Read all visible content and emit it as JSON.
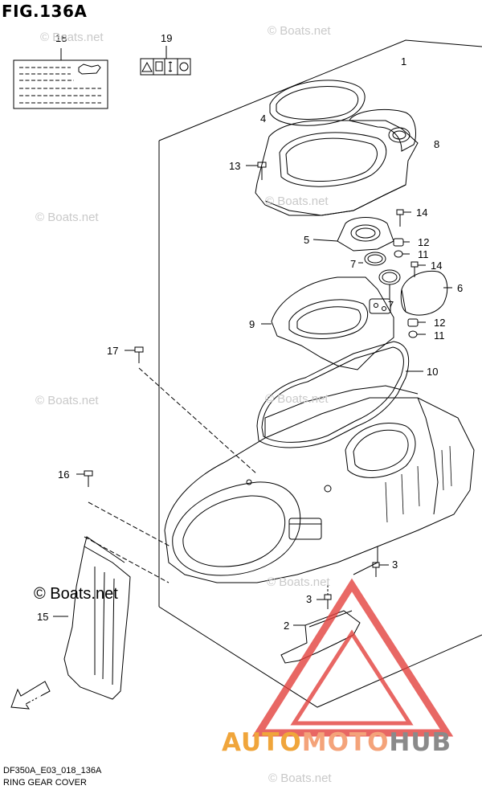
{
  "figure": {
    "title": "FIG.136A",
    "code": "DF350A_E03_018_136A",
    "name": "RING GEAR COVER"
  },
  "watermark": "© Boats.net",
  "brand": {
    "part1": "AUTO",
    "part2": "MOTO",
    "part3": "HUB"
  },
  "callouts": [
    {
      "id": "c1",
      "num": "1"
    },
    {
      "id": "c2",
      "num": "2"
    },
    {
      "id": "c3a",
      "num": "3"
    },
    {
      "id": "c3b",
      "num": "3"
    },
    {
      "id": "c4",
      "num": "4"
    },
    {
      "id": "c5",
      "num": "5"
    },
    {
      "id": "c6",
      "num": "6"
    },
    {
      "id": "c7a",
      "num": "7"
    },
    {
      "id": "c7b",
      "num": "7"
    },
    {
      "id": "c8",
      "num": "8"
    },
    {
      "id": "c9",
      "num": "9"
    },
    {
      "id": "c10",
      "num": "10"
    },
    {
      "id": "c11a",
      "num": "11"
    },
    {
      "id": "c11b",
      "num": "11"
    },
    {
      "id": "c12a",
      "num": "12"
    },
    {
      "id": "c12b",
      "num": "12"
    },
    {
      "id": "c13",
      "num": "13"
    },
    {
      "id": "c14a",
      "num": "14"
    },
    {
      "id": "c14b",
      "num": "14"
    },
    {
      "id": "c15",
      "num": "15"
    },
    {
      "id": "c16",
      "num": "16"
    },
    {
      "id": "c17",
      "num": "17"
    },
    {
      "id": "c18",
      "num": "18"
    },
    {
      "id": "c19",
      "num": "19"
    }
  ],
  "fwd_label": "FWD",
  "colors": {
    "line": "#000000",
    "watermark": "#c9c9c9",
    "brand_orange": "#f0a53b",
    "brand_salmon": "#f4a37a",
    "brand_gray": "#8a8a8a",
    "logo_red": "#e3423e"
  }
}
